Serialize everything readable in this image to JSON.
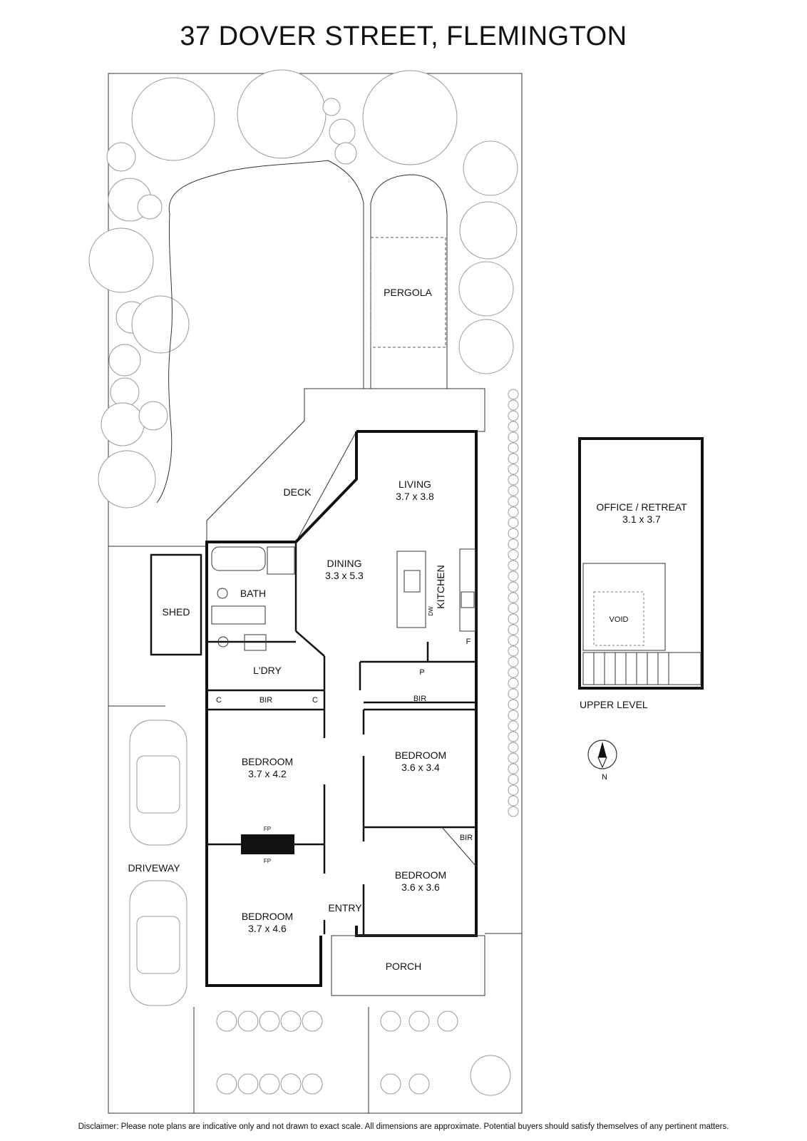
{
  "title": "37 DOVER STREET, FLEMINGTON",
  "disclaimer": "Disclaimer: Please note plans are indicative only and not drawn to exact scale. All dimensions are approximate. Potential buyers should satisfy themselves of any pertinent matters.",
  "ground": {
    "pergola": "PERGOLA",
    "deck": "DECK",
    "living": {
      "name": "LIVING",
      "size": "3.7 x 3.8"
    },
    "dining": {
      "name": "DINING",
      "size": "3.3 x 5.3"
    },
    "kitchen": "KITCHEN",
    "dw": "DW",
    "fridge": "F",
    "pantry": "P",
    "bath": "BATH",
    "laundry": "L'DRY",
    "shed": "SHED",
    "cupboard": "C",
    "bir": "BIR",
    "bedroom_1": {
      "name": "BEDROOM",
      "size": "3.7 x 4.2"
    },
    "bedroom_2": {
      "name": "BEDROOM",
      "size": "3.6 x 3.4"
    },
    "bedroom_3": {
      "name": "BEDROOM",
      "size": "3.6 x 3.6"
    },
    "bedroom_4": {
      "name": "BEDROOM",
      "size": "3.7 x 4.6"
    },
    "fireplace": "FP",
    "entry": "ENTRY",
    "porch": "PORCH",
    "driveway": "DRIVEWAY"
  },
  "upper": {
    "office": {
      "name": "OFFICE / RETREAT",
      "size": "3.1 x 3.7"
    },
    "void": "VOID",
    "level_label": "UPPER LEVEL"
  },
  "compass": {
    "north": "N"
  }
}
